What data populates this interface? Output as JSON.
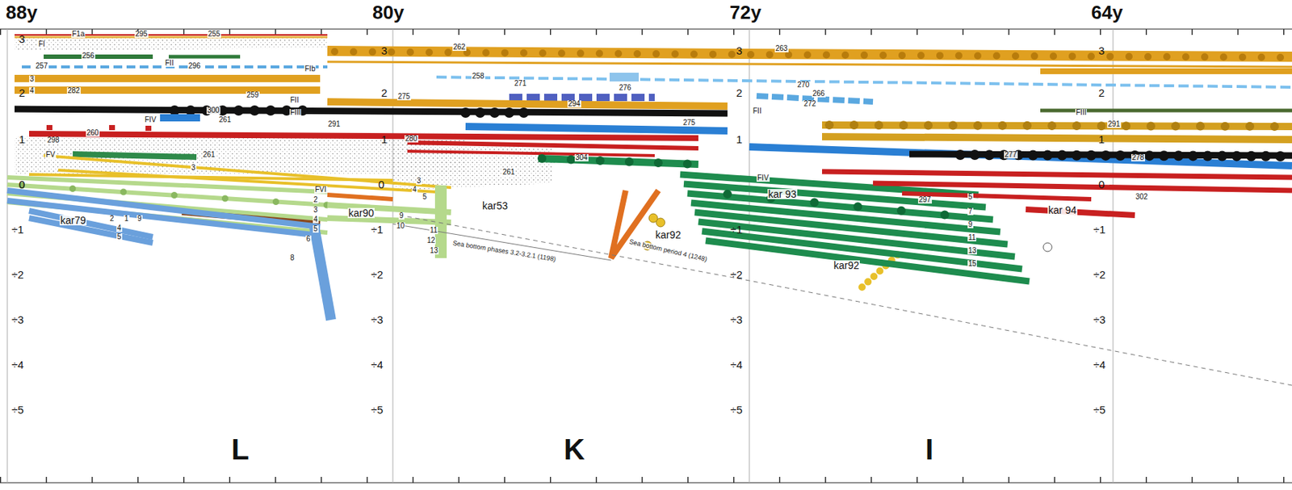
{
  "diagram": {
    "labels": [
      "88y",
      "80y",
      "72y",
      "64y",
      "3",
      "2",
      "1",
      "0",
      "÷1",
      "÷2",
      "÷3",
      "÷4",
      "÷5",
      "3",
      "2",
      "1",
      "0",
      "÷1",
      "÷2",
      "÷3",
      "÷4",
      "÷5",
      "3",
      "2",
      "1",
      "÷1",
      "÷2",
      "÷3",
      "÷4",
      "÷5",
      "3",
      "2",
      "1",
      "0",
      "÷1",
      "÷2",
      "÷3",
      "÷4",
      "÷5",
      "L",
      "K",
      "I",
      "F1a",
      "295",
      "255",
      "FI",
      "256",
      "257",
      "FII",
      "296",
      "FIb",
      "FII",
      "259",
      "3",
      "4",
      "282",
      "FIII",
      "300",
      "FIV",
      "260",
      "261",
      "291",
      "298",
      "FV",
      "261",
      "3",
      "FVI",
      "2",
      "3",
      "4",
      "5",
      "6",
      "8",
      "kar79",
      "2",
      "1",
      "9",
      "4",
      "5",
      "kar90",
      "3",
      "4",
      "5",
      "9",
      "10",
      "11",
      "12",
      "13",
      "kar53",
      "262",
      "258",
      "271",
      "275",
      "294",
      "276",
      "275",
      "280",
      "304",
      "261",
      "kar92",
      "kar92",
      "Sea bottom phases 3.2-3.2.1 (1198)",
      "Sea bottom period 4 (1248)",
      "263",
      "270",
      "266",
      "272",
      "FII",
      "277",
      "278",
      "291",
      "FIII",
      "FIV",
      "kar 93",
      "297",
      "302",
      "kar 94",
      "5",
      "7",
      "9",
      "11",
      "13",
      "15"
    ]
  }
}
